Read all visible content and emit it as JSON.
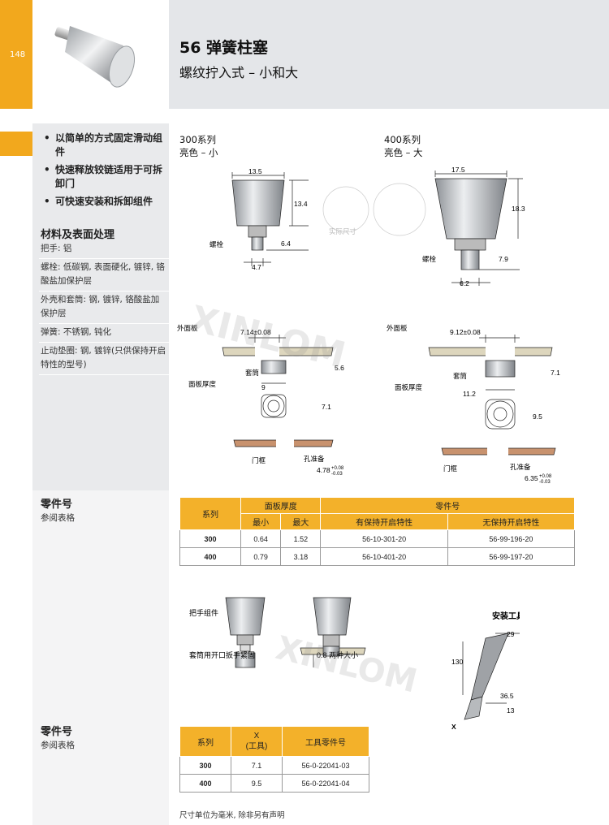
{
  "page": {
    "number": "148"
  },
  "header": {
    "title": "56 弹簧柱塞",
    "subtitle": "螺纹拧入式 – 小和大"
  },
  "features": [
    "以简单的方式固定滑动组件",
    "快速释放铰链适用于可拆卸门",
    "可快速安装和拆卸组件"
  ],
  "materials": {
    "title": "材料及表面处理",
    "items": [
      "把手: 铝",
      "螺栓: 低碳钢, 表面硬化, 镀锌, 铬酸盐加保护层",
      "外壳和套筒: 钢, 镀锌, 铬酸盐加保护层",
      "弹簧: 不锈钢, 钝化",
      "止动垫圈: 钢, 镀锌(只供保持开启特性的型号)"
    ]
  },
  "series300": {
    "name": "300系列",
    "finish": "亮色 – 小",
    "dim_width": "13.5",
    "dim_height": "13.4",
    "dim_bolt_len": "6.4",
    "dim_bolt_dia": "4.7",
    "label_bolt": "螺栓",
    "label_panel": "外面板",
    "dim_panel": "7.14±0.08",
    "label_sleeve": "套筒",
    "label_thickness": "面板厚度",
    "dim_sleeve_h": "5.6",
    "dim_sleeve_w": "9",
    "dim_nut": "7.1",
    "label_frame": "门框",
    "label_hole": "孔准备",
    "hole_value": "4.78",
    "hole_tol_plus": "+0.08",
    "hole_tol_minus": "-0.03"
  },
  "series400": {
    "name": "400系列",
    "finish": "亮色 – 大",
    "dim_width": "17.5",
    "dim_height": "18.3",
    "dim_bolt_len": "7.9",
    "dim_bolt_dia": "6.2",
    "label_bolt": "螺栓",
    "label_panel": "外面板",
    "dim_panel": "9.12±0.08",
    "label_sleeve": "套筒",
    "label_thickness": "面板厚度",
    "dim_sleeve_h": "7.1",
    "dim_sleeve_w": "11.2",
    "dim_nut": "9.5",
    "label_frame": "门框",
    "label_hole": "孔准备",
    "hole_value": "6.35",
    "hole_tol_plus": "+0.08",
    "hole_tol_minus": "-0.03"
  },
  "actual_size_label": "实际尺寸",
  "parts1": {
    "title": "零件号",
    "sub": "参阅表格",
    "headers": {
      "series": "系列",
      "thickness": "面板厚度",
      "min": "最小",
      "max": "最大",
      "part": "零件号",
      "with_hold": "有保持开启特性",
      "without_hold": "无保持开启特性"
    },
    "rows": [
      {
        "series": "300",
        "min": "0.64",
        "max": "1.52",
        "with": "56-10-301-20",
        "without": "56-99-196-20"
      },
      {
        "series": "400",
        "min": "0.79",
        "max": "3.18",
        "with": "56-10-401-20",
        "without": "56-99-197-20"
      }
    ]
  },
  "install": {
    "handle_label": "把手组件",
    "sleeve_label": "套筒用开口扳手紧固",
    "size_note": "0.8 两种大小",
    "tool_title": "安装工具",
    "dim_29": "29",
    "dim_130": "130",
    "dim_365": "36.5",
    "dim_13": "13",
    "dim_x": "X"
  },
  "parts2": {
    "title": "零件号",
    "sub": "参阅表格",
    "headers": {
      "series": "系列",
      "x": "X",
      "x_sub": "(工具)",
      "tool": "工具零件号"
    },
    "rows": [
      {
        "series": "300",
        "x": "7.1",
        "tool": "56-0-22041-03"
      },
      {
        "series": "400",
        "x": "9.5",
        "tool": "56-0-22041-04"
      }
    ]
  },
  "footer": "尺寸单位为毫米, 除非另有声明",
  "watermark": "XINLOM",
  "colors": {
    "accent": "#f2a81d",
    "header_bg": "#e4e6e9",
    "panel": "#d9d0b8",
    "frame": "#c8926e"
  }
}
